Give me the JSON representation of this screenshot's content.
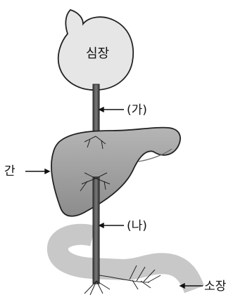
{
  "labels": {
    "heart": "심장",
    "vessel_a": "(가)",
    "liver": "간",
    "vessel_b": "(나)",
    "small_intestine": "소장"
  }
}
